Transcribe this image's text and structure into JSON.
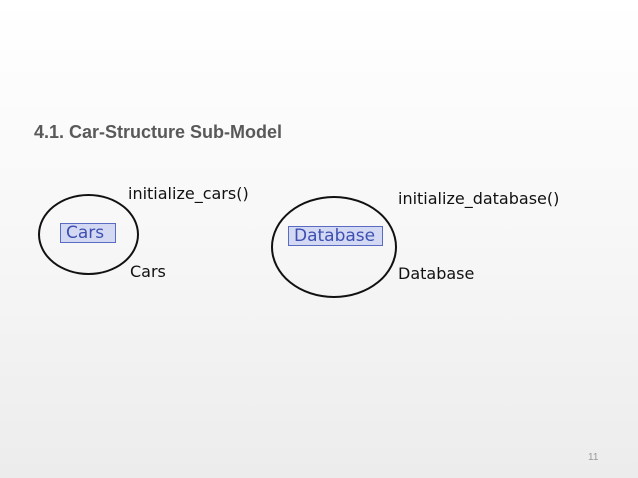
{
  "slide": {
    "title": "4.1. Car-Structure Sub-Model",
    "page_number": "11"
  },
  "diagram": {
    "cars_block": {
      "method_label": "initialize_cars()",
      "box_label": "Cars",
      "output_label": "Cars"
    },
    "database_block": {
      "method_label": "initialize_database()",
      "box_label": "Database",
      "output_label": "Database"
    }
  }
}
